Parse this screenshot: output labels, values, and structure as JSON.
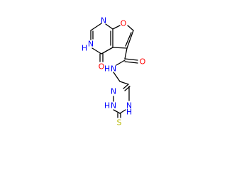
{
  "colors": {
    "background": "#ffffff",
    "bond": "#000000",
    "nitrogen": "#0000ff",
    "oxygen": "#ff0000",
    "sulfur": "#b8b800"
  },
  "atoms": {
    "n_top": {
      "text": "N",
      "color_key": "nitrogen"
    },
    "o_furan": {
      "text": "O",
      "color_key": "oxygen"
    },
    "nh_ring": {
      "text": "N",
      "h": "H",
      "color_key": "nitrogen"
    },
    "o_keto": {
      "text": "O",
      "color_key": "oxygen"
    },
    "nh_amide": {
      "text": "N",
      "h": "H",
      "color_key": "nitrogen"
    },
    "o_amide": {
      "text": "O",
      "color_key": "oxygen"
    },
    "n_triazole_top": {
      "text": "N",
      "color_key": "nitrogen"
    },
    "nh_triazole_left": {
      "text": "N",
      "h": "H",
      "color_key": "nitrogen"
    },
    "nh_triazole_right": {
      "text": "N",
      "h": "H",
      "color_key": "nitrogen"
    },
    "s_thione": {
      "text": "S",
      "color_key": "sulfur"
    }
  }
}
